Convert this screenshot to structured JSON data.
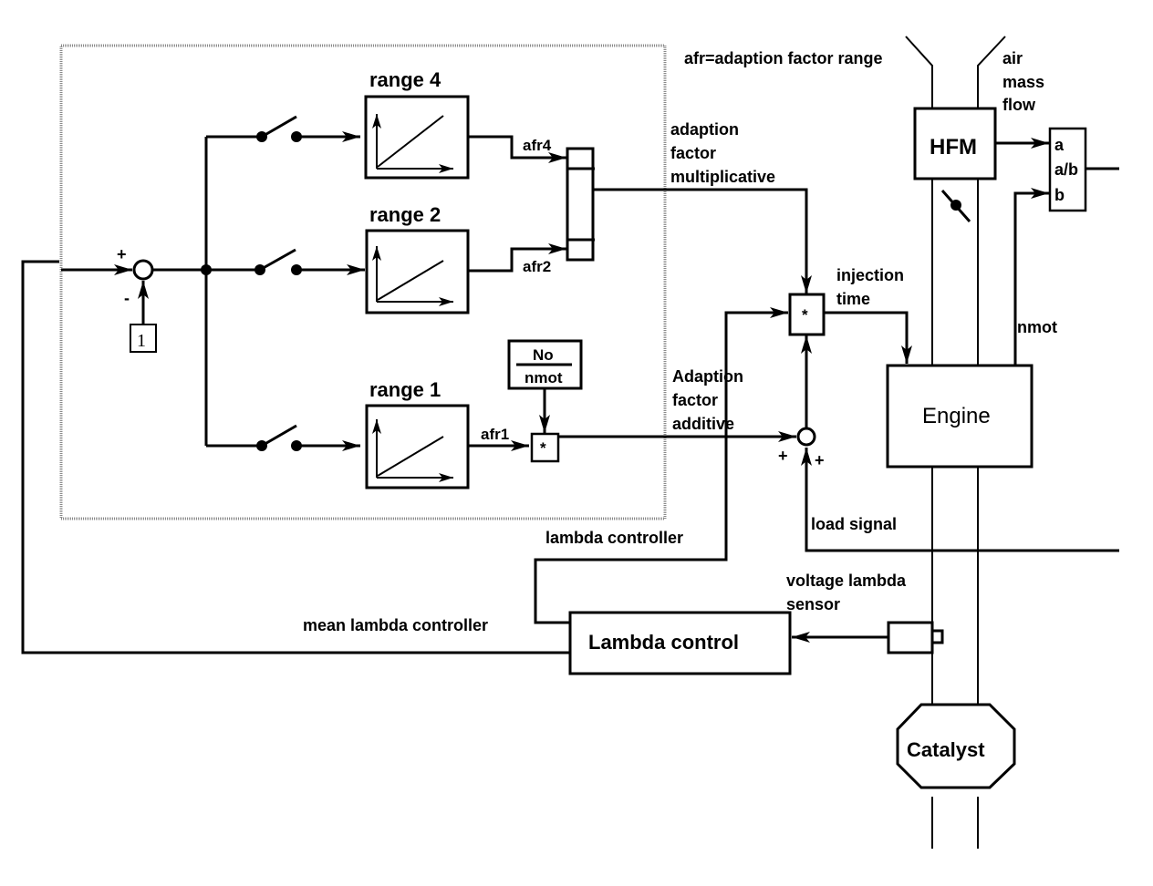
{
  "legend": "afr=adaption factor range",
  "adaptation_block": {
    "sum_signs": {
      "plus": "+",
      "minus": "-"
    },
    "constant": "1",
    "ranges": [
      {
        "label": "range 4",
        "output": "afr4"
      },
      {
        "label": "range 2",
        "output": "afr2"
      },
      {
        "label": "range 1",
        "output": "afr1"
      }
    ],
    "ratio_numerator": "No",
    "ratio_denominator": "nmot",
    "multiply_symbol": "*"
  },
  "signals": {
    "multiplicative": [
      "adaption",
      "factor",
      "multiplicative"
    ],
    "additive": [
      "Adaption",
      "factor",
      "additive"
    ],
    "injection": [
      "injection",
      "time"
    ],
    "load": "load signal",
    "lambda_controller": "lambda controller",
    "mean_lambda_controller": "mean lambda controller",
    "voltage": [
      "voltage lambda",
      "sensor"
    ],
    "nmot": "nmot",
    "air": [
      "air",
      "mass",
      "flow"
    ]
  },
  "sum2_signs": {
    "left": "+",
    "bottom": "+"
  },
  "blocks": {
    "hfm": "HFM",
    "divider": [
      "a",
      "a/b",
      "b"
    ],
    "engine": "Engine",
    "lambda_control": "Lambda control",
    "catalyst": "Catalyst",
    "mult2": "*"
  }
}
